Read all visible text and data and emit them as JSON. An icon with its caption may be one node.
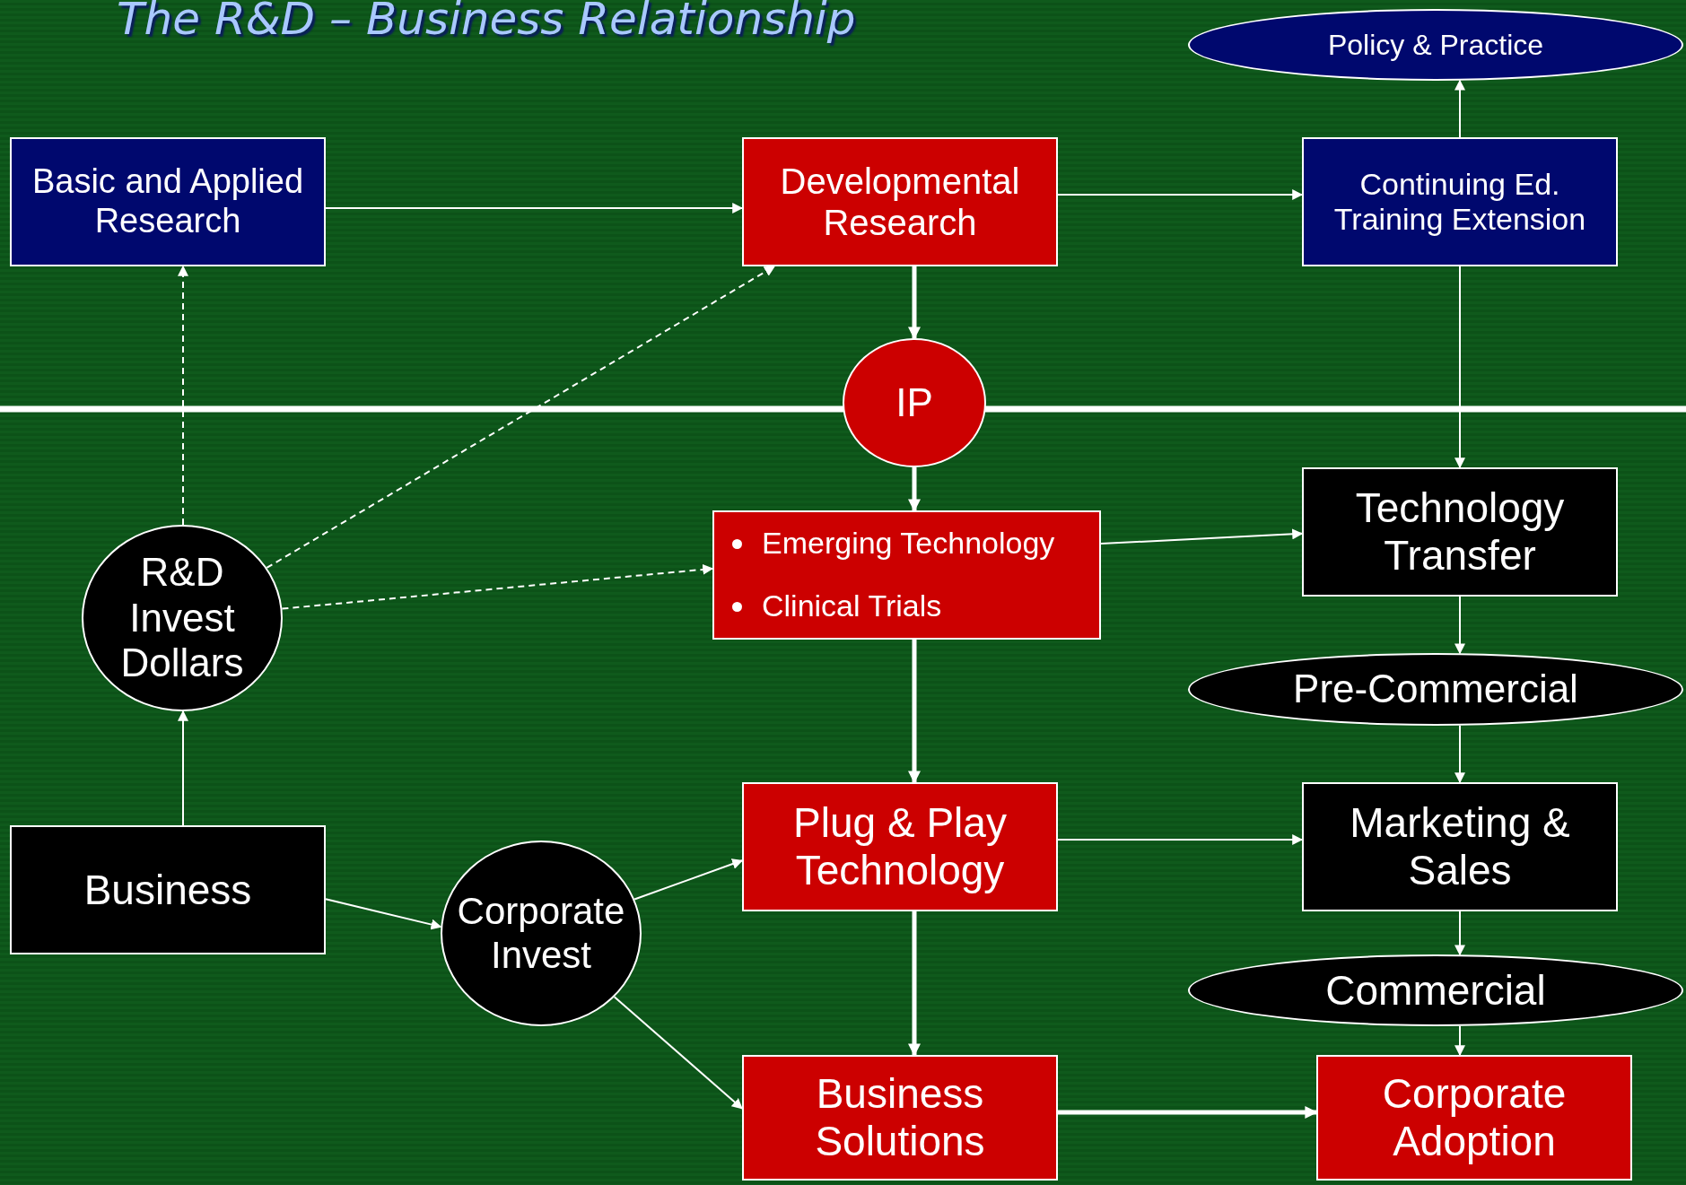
{
  "diagram": {
    "title": "The R&D – Business Relationship",
    "nodes": [
      {
        "text": [
          "Policy & Practice"
        ]
      },
      {
        "text": [
          "Basic and Applied Research"
        ]
      },
      {
        "text": [
          "Developmental Research"
        ]
      },
      {
        "text": [
          "Continuing Ed. Training Extension"
        ]
      },
      {
        "text": [
          "IP"
        ]
      },
      {
        "text": [
          "Emerging Technology",
          "Clinical Trials"
        ]
      },
      {
        "text": [
          "Technology Transfer"
        ]
      },
      {
        "text": [
          "R&D Invest Dollars"
        ]
      },
      {
        "text": [
          "Pre-Commercial"
        ]
      },
      {
        "text": [
          "Plug & Play Technology"
        ]
      },
      {
        "text": [
          "Marketing & Sales"
        ]
      },
      {
        "text": [
          "Business"
        ]
      },
      {
        "text": [
          "Corporate Invest"
        ]
      },
      {
        "text": [
          "Commercial"
        ]
      },
      {
        "text": [
          "Business Solutions"
        ]
      },
      {
        "text": [
          "Corporate Adoption"
        ]
      }
    ],
    "edges": [
      {
        "from": 1,
        "to": 2,
        "arrow": "to"
      },
      {
        "from": 2,
        "to": 3,
        "arrow": "to"
      },
      {
        "from": 3,
        "to": 0,
        "arrow": "to"
      },
      {
        "from": 2,
        "to": 4,
        "arrow": "to",
        "style": "thick"
      },
      {
        "from": 3,
        "to": 6,
        "arrow": "to"
      },
      {
        "from": 4,
        "to": 5,
        "arrow": "to",
        "style": "thick"
      },
      {
        "from": 5,
        "to": 6,
        "arrow": "to"
      },
      {
        "from": 7,
        "to": 1,
        "arrow": "to",
        "style": "dashed"
      },
      {
        "from": 7,
        "to": 2,
        "arrow": "to",
        "style": "dashed"
      },
      {
        "from": 7,
        "to": 5,
        "arrow": "to",
        "style": "dashed"
      },
      {
        "from": 6,
        "to": 8,
        "arrow": "to"
      },
      {
        "from": 8,
        "to": 10,
        "arrow": "to"
      },
      {
        "from": 5,
        "to": 9,
        "arrow": "to",
        "style": "thick"
      },
      {
        "from": 9,
        "to": 10,
        "arrow": "to"
      },
      {
        "from": 10,
        "to": 13,
        "arrow": "to"
      },
      {
        "from": 13,
        "to": 15,
        "arrow": "to"
      },
      {
        "from": 9,
        "to": 14,
        "arrow": "to",
        "style": "thick"
      },
      {
        "from": 14,
        "to": 15,
        "arrow": "to",
        "style": "thick"
      },
      {
        "from": 11,
        "to": 7,
        "arrow": "to"
      },
      {
        "from": 11,
        "to": 12,
        "arrow": "to"
      },
      {
        "from": 12,
        "to": 9,
        "arrow": "to"
      },
      {
        "from": 12,
        "to": 14,
        "arrow": "to"
      }
    ]
  }
}
